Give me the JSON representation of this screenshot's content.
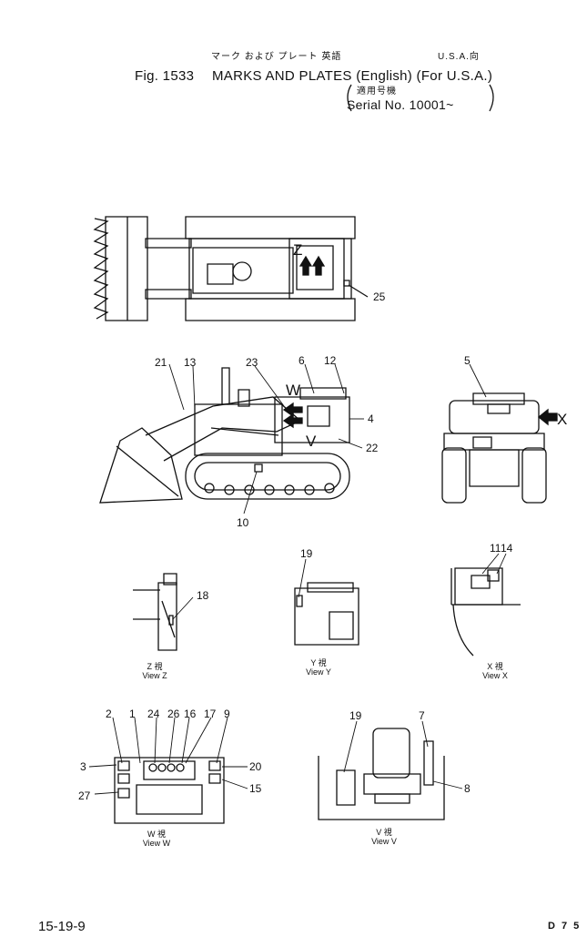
{
  "header": {
    "jp_title": "マーク および プレート 英語",
    "jp_region": "U.S.A.向",
    "fig_number": "Fig. 1533",
    "title": "MARKS AND PLATES (English) (For U.S.A.)",
    "jp_serial": "適用号機",
    "serial": "Serial No. 10001~"
  },
  "callouts": [
    "25",
    "21",
    "13",
    "23",
    "6",
    "12",
    "4",
    "22",
    "10",
    "5",
    "18",
    "19",
    "11",
    "14",
    "2",
    "1",
    "24",
    "26",
    "16",
    "17",
    "9",
    "3",
    "20",
    "15",
    "27",
    "19",
    "7",
    "8"
  ],
  "arrow_letters": {
    "w": "W",
    "z": "Z",
    "v": "V",
    "x": "X"
  },
  "views": {
    "z": {
      "jp": "Z 視",
      "en": "View Z"
    },
    "y": {
      "jp": "Y 視",
      "en": "View Y"
    },
    "x": {
      "jp": "X 視",
      "en": "View X"
    },
    "w": {
      "jp": "W 視",
      "en": "View W"
    },
    "v": {
      "jp": "V 視",
      "en": "View V"
    }
  },
  "footer": {
    "page": "15-19-9",
    "model": "D 7 5"
  }
}
